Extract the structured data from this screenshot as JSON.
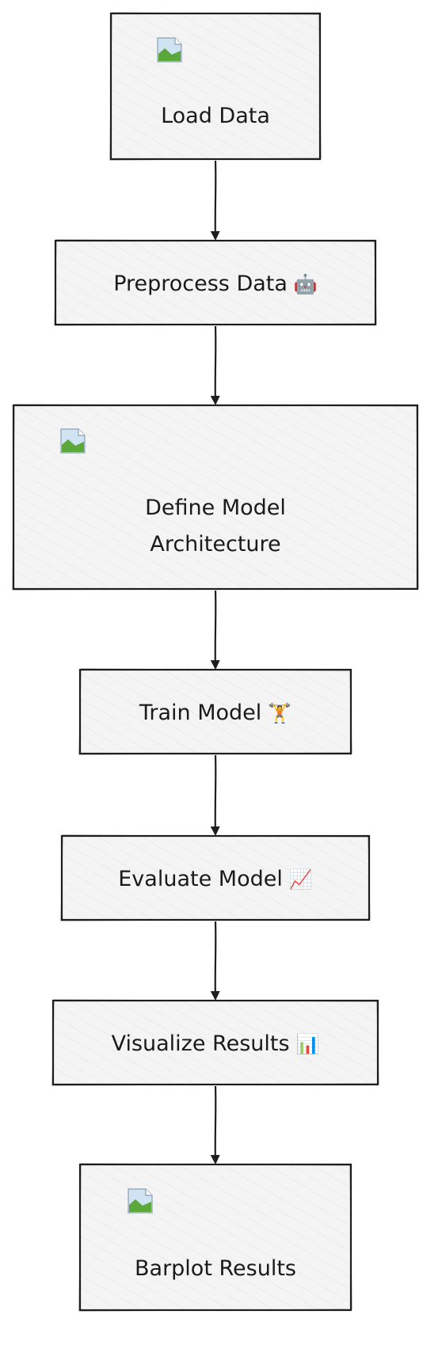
{
  "flowchart": {
    "nodes": [
      {
        "id": "load-data",
        "lines": [
          "Load Data"
        ],
        "emoji": "",
        "has_image": true
      },
      {
        "id": "preprocess-data",
        "lines": [
          "Preprocess Data"
        ],
        "emoji": "🤖",
        "has_image": false
      },
      {
        "id": "define-model",
        "lines": [
          "Define Model",
          "Architecture"
        ],
        "emoji": "",
        "has_image": true
      },
      {
        "id": "train-model",
        "lines": [
          "Train Model"
        ],
        "emoji": "🏋",
        "has_image": false
      },
      {
        "id": "evaluate-model",
        "lines": [
          "Evaluate Model"
        ],
        "emoji": "📈",
        "has_image": false
      },
      {
        "id": "visualize-results",
        "lines": [
          "Visualize Results"
        ],
        "emoji": "📊",
        "has_image": false
      },
      {
        "id": "barplot-results",
        "lines": [
          "Barplot Results"
        ],
        "emoji": "",
        "has_image": true
      }
    ],
    "edges": [
      {
        "from": "load-data",
        "to": "preprocess-data"
      },
      {
        "from": "preprocess-data",
        "to": "define-model"
      },
      {
        "from": "define-model",
        "to": "train-model"
      },
      {
        "from": "train-model",
        "to": "evaluate-model"
      },
      {
        "from": "evaluate-model",
        "to": "visualize-results"
      },
      {
        "from": "visualize-results",
        "to": "barplot-results"
      }
    ],
    "colors": {
      "node_fill": "#f4f4f4",
      "stroke": "#1e1e1e",
      "hatch": "#dcdcdc",
      "image_green": "#5aa83a",
      "image_sky": "#cfe3f3"
    }
  }
}
